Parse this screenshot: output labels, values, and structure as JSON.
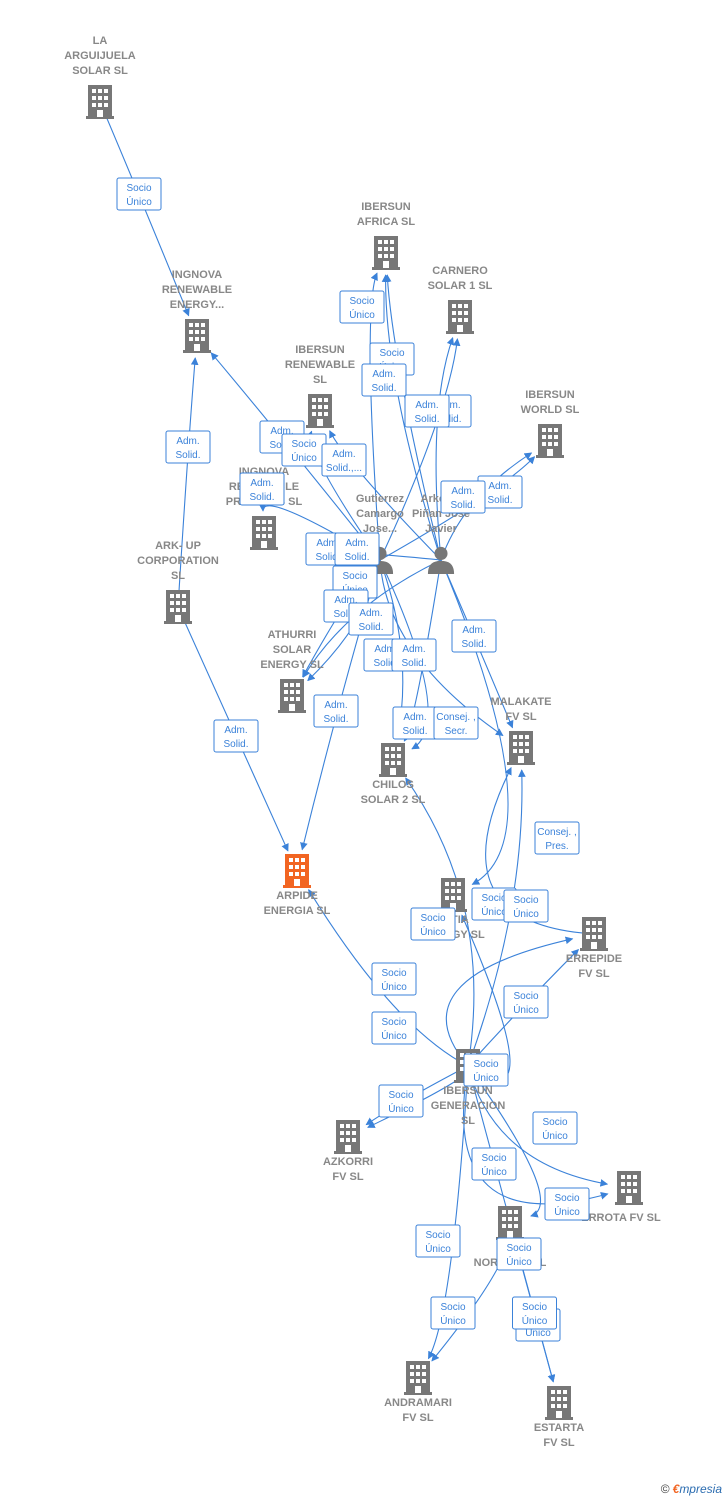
{
  "colors": {
    "edge": "#3b82d9",
    "building": "#777777",
    "focus": "#f26522",
    "person": "#777777"
  },
  "nodes": [
    {
      "id": "arguijuela",
      "type": "company",
      "lines": [
        "LA",
        "ARGUIJUELA",
        "SOLAR  SL"
      ]
    },
    {
      "id": "ingnova_energy",
      "type": "company",
      "lines": [
        "INGNOVA",
        "RENEWABLE",
        "ENERGY..."
      ]
    },
    {
      "id": "ibersun_africa",
      "type": "company",
      "lines": [
        "IBERSUN",
        "AFRICA  SL"
      ]
    },
    {
      "id": "carnero",
      "type": "company",
      "lines": [
        "CARNERO",
        "SOLAR 1  SL"
      ]
    },
    {
      "id": "ibersun_renewable",
      "type": "company",
      "lines": [
        "IBERSUN",
        "RENEWABLE",
        "SL"
      ]
    },
    {
      "id": "ibersun_world",
      "type": "company",
      "lines": [
        "IBERSUN",
        "WORLD  SL"
      ]
    },
    {
      "id": "ingnova_projects",
      "type": "company",
      "lines": [
        "INGNOVA",
        "RENEWABLE",
        "PROJECTS  SL"
      ]
    },
    {
      "id": "arkup",
      "type": "company",
      "lines": [
        "ARK- UP",
        "CORPORATION",
        "SL"
      ]
    },
    {
      "id": "gutierrez",
      "type": "person",
      "lines": [
        "Gutierrez",
        "Camargo",
        "Jose..."
      ]
    },
    {
      "id": "arkotxa",
      "type": "person",
      "lines": [
        "Arkotxa",
        "Piñan Jose",
        "Javier"
      ]
    },
    {
      "id": "athurri",
      "type": "company",
      "lines": [
        "ATHURRI",
        "SOLAR",
        "ENERGY  SL"
      ]
    },
    {
      "id": "malakate",
      "type": "company",
      "lines": [
        "MALAKATE",
        "FV  SL"
      ]
    },
    {
      "id": "chilos",
      "type": "company",
      "lines": [
        "CHILOS",
        "SOLAR 2  SL"
      ]
    },
    {
      "id": "arpide",
      "type": "focus",
      "lines": [
        "ARPIDE",
        "ENERGIA  SL"
      ]
    },
    {
      "id": "altia",
      "type": "company",
      "lines": [
        "ALTIA",
        "ENERGY  SL"
      ]
    },
    {
      "id": "errepide",
      "type": "company",
      "lines": [
        "ERREPIDE",
        "FV  SL"
      ]
    },
    {
      "id": "ibersun_gen",
      "type": "company",
      "lines": [
        "IBERSUN",
        "GENERACION",
        "SL"
      ]
    },
    {
      "id": "azkorri",
      "type": "company",
      "lines": [
        "AZKORRI",
        "FV  SL"
      ]
    },
    {
      "id": "errota",
      "type": "company",
      "lines": [
        "ERROTA FV  SL"
      ]
    },
    {
      "id": "mia_norte",
      "type": "company",
      "lines": [
        "MIA",
        "NORTE FV  SL"
      ]
    },
    {
      "id": "andramari",
      "type": "company",
      "lines": [
        "ANDRAMARI",
        "FV  SL"
      ]
    },
    {
      "id": "estarta",
      "type": "company",
      "lines": [
        "ESTARTA",
        "FV  SL"
      ]
    }
  ],
  "edges": [
    {
      "from": "arguijuela",
      "to": "ingnova_energy",
      "label": [
        "Socio",
        "Único"
      ]
    },
    {
      "from": "arkup",
      "to": "ingnova_energy",
      "label": [
        "Adm.",
        "Solid."
      ]
    },
    {
      "from": "gutierrez",
      "to": "ingnova_energy",
      "label": [
        "Adm.",
        "Solid."
      ]
    },
    {
      "from": "gutierrez",
      "to": "ibersun_africa",
      "label": [
        "Socio",
        "Único"
      ]
    },
    {
      "from": "arkotxa",
      "to": "ibersun_africa",
      "label": [
        "Socio",
        "Único"
      ]
    },
    {
      "from": "gutierrez",
      "to": "carnero",
      "label": [
        "Adm.",
        "Solid."
      ]
    },
    {
      "from": "arkotxa",
      "to": "carnero",
      "label": [
        "Adm.",
        "Solid."
      ]
    },
    {
      "from": "arkotxa",
      "to": "ibersun_africa",
      "label": [
        "Adm.",
        "Solid."
      ]
    },
    {
      "from": "gutierrez",
      "to": "ibersun_renewable",
      "label": [
        "Socio",
        "Único"
      ]
    },
    {
      "from": "arkotxa",
      "to": "ibersun_renewable",
      "label": [
        "Adm.",
        "Solid.,..."
      ]
    },
    {
      "from": "gutierrez",
      "to": "ibersun_world",
      "label": [
        "Adm.",
        "Solid."
      ]
    },
    {
      "from": "arkotxa",
      "to": "ibersun_world",
      "label": [
        "Adm.",
        "Solid."
      ]
    },
    {
      "from": "gutierrez",
      "to": "ingnova_projects",
      "label": [
        "Adm.",
        "Solid."
      ]
    },
    {
      "from": "arkotxa",
      "to": "gutierrez",
      "label": [
        "Adm.",
        "Solid."
      ]
    },
    {
      "from": "gutierrez",
      "to": "gutierrez",
      "label": [
        "Adm.",
        "Solid."
      ]
    },
    {
      "from": "gutierrez",
      "to": "athurri",
      "label": [
        "Socio",
        "Único"
      ]
    },
    {
      "from": "arkotxa",
      "to": "athurri",
      "label": [
        "Adm.",
        "Solid."
      ]
    },
    {
      "from": "gutierrez",
      "to": "athurri",
      "label": [
        "Adm.",
        "Solid."
      ]
    },
    {
      "from": "gutierrez",
      "to": "arpide",
      "label": [
        "Adm.",
        "Solid."
      ]
    },
    {
      "from": "arkup",
      "to": "arpide",
      "label": [
        "Adm.",
        "Solid."
      ]
    },
    {
      "from": "arkotxa",
      "to": "malakate",
      "label": [
        "Adm.",
        "Solid."
      ]
    },
    {
      "from": "gutierrez",
      "to": "malakate",
      "label": [
        "Adm.",
        "Solid."
      ]
    },
    {
      "from": "gutierrez",
      "to": "chilos",
      "label": [
        "Adm.",
        "Solid."
      ]
    },
    {
      "from": "arkotxa",
      "to": "chilos",
      "label": [
        "Adm.",
        "Solid."
      ]
    },
    {
      "from": "gutierrez",
      "to": "chilos",
      "label": [
        "Consej. ,",
        "Secr."
      ]
    },
    {
      "from": "arkotxa",
      "to": "altia",
      "label": [
        "Consej. ,",
        "Pres."
      ]
    },
    {
      "from": "errepide",
      "to": "malakate",
      "label": [
        "Socio",
        "Único"
      ]
    },
    {
      "from": "ibersun_gen",
      "to": "chilos",
      "label": [
        "Socio",
        "Único"
      ]
    },
    {
      "from": "ibersun_gen",
      "to": "malakate",
      "label": [
        "Socio",
        "Único"
      ]
    },
    {
      "from": "ibersun_gen",
      "to": "errepide",
      "label": [
        "Socio",
        "Único"
      ]
    },
    {
      "from": "ibersun_gen",
      "to": "errepide",
      "label": [
        "Socio",
        "Único"
      ]
    },
    {
      "from": "ibersun_gen",
      "to": "arpide",
      "label": [
        "Socio",
        "Único"
      ]
    },
    {
      "from": "ibersun_gen",
      "to": "azkorri",
      "label": [
        "Socio",
        "Único"
      ]
    },
    {
      "from": "ibersun_gen",
      "to": "azkorri",
      "label": [
        "Socio",
        "Único"
      ]
    },
    {
      "from": "ibersun_gen",
      "to": "altia",
      "label": [
        "Socio",
        "Único"
      ]
    },
    {
      "from": "ibersun_gen",
      "to": "errota",
      "label": [
        "Socio",
        "Único"
      ]
    },
    {
      "from": "ibersun_gen",
      "to": "mia_norte",
      "label": [
        "Socio",
        "Único"
      ]
    },
    {
      "from": "ibersun_gen",
      "to": "errota",
      "label": [
        "Socio",
        "Único"
      ]
    },
    {
      "from": "ibersun_gen",
      "to": "andramari",
      "label": [
        "Socio",
        "Único"
      ]
    },
    {
      "from": "mia_norte",
      "to": "andramari",
      "label": [
        "Socio",
        "Único"
      ]
    },
    {
      "from": "ibersun_gen",
      "to": "estarta",
      "label": [
        "Socio",
        "Único"
      ]
    },
    {
      "from": "mia_norte",
      "to": "estarta",
      "label": [
        "Socio",
        "Único"
      ]
    }
  ],
  "brand": {
    "copyright": "©",
    "e": "€",
    "rest": "mpresia"
  }
}
